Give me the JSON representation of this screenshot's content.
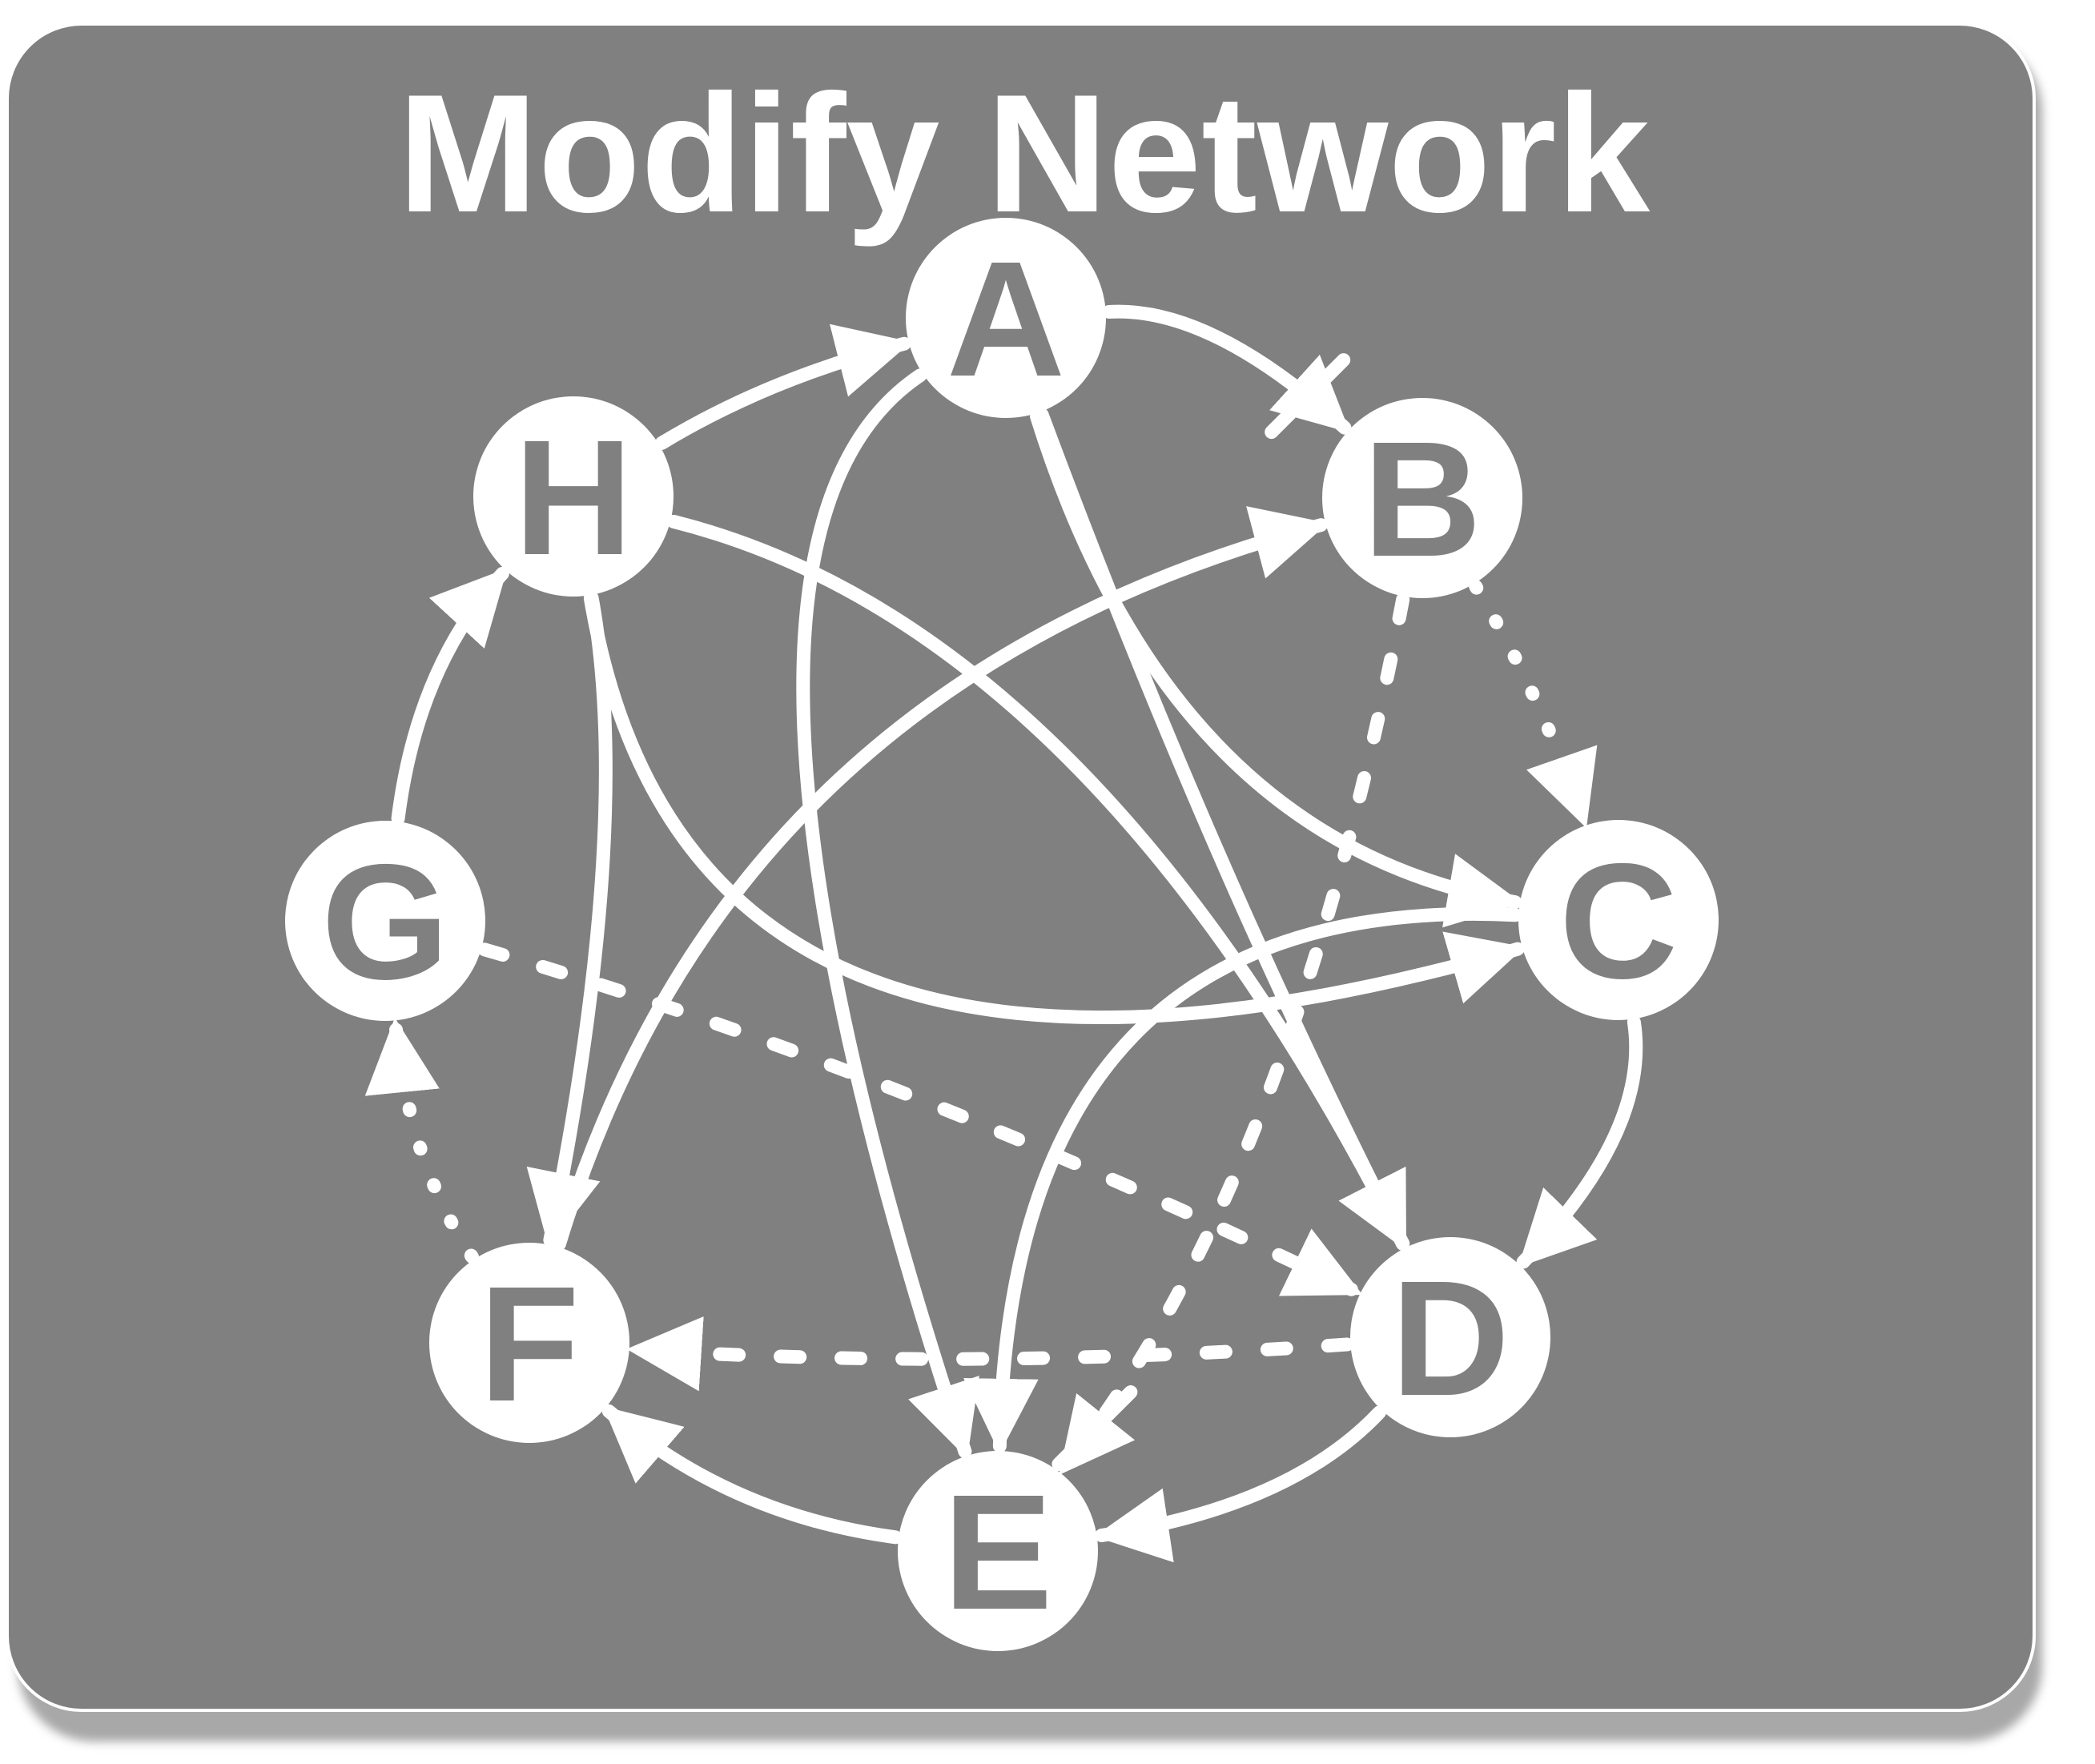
{
  "title": "Modify Network",
  "colors": {
    "background": "#808080",
    "foreground": "#ffffff",
    "shadow": "#a8a8a8"
  },
  "nodes": [
    "A",
    "B",
    "C",
    "D",
    "E",
    "F",
    "G",
    "H"
  ],
  "edges": [
    {
      "from": "H",
      "to": "A",
      "style": "solid"
    },
    {
      "from": "A",
      "to": "B",
      "style": "solid",
      "note": "crossed-out"
    },
    {
      "from": "A",
      "to": "C",
      "style": "solid"
    },
    {
      "from": "A",
      "to": "E",
      "style": "solid"
    },
    {
      "from": "A",
      "to": "D",
      "style": "solid"
    },
    {
      "from": "H",
      "to": "D",
      "style": "solid"
    },
    {
      "from": "H",
      "to": "C",
      "style": "solid"
    },
    {
      "from": "H",
      "to": "F",
      "style": "solid"
    },
    {
      "from": "F",
      "to": "B",
      "style": "solid"
    },
    {
      "from": "C",
      "to": "E",
      "style": "solid"
    },
    {
      "from": "C",
      "to": "D",
      "style": "solid"
    },
    {
      "from": "D",
      "to": "E",
      "style": "solid"
    },
    {
      "from": "E",
      "to": "F",
      "style": "solid"
    },
    {
      "from": "G",
      "to": "H",
      "style": "solid"
    },
    {
      "from": "B",
      "to": "C",
      "style": "dotted"
    },
    {
      "from": "F",
      "to": "G",
      "style": "dotted"
    },
    {
      "from": "G",
      "to": "D",
      "style": "dashed"
    },
    {
      "from": "D",
      "to": "F",
      "style": "dashed"
    },
    {
      "from": "B",
      "to": "E",
      "style": "dashed",
      "note": "crossed-out"
    }
  ]
}
